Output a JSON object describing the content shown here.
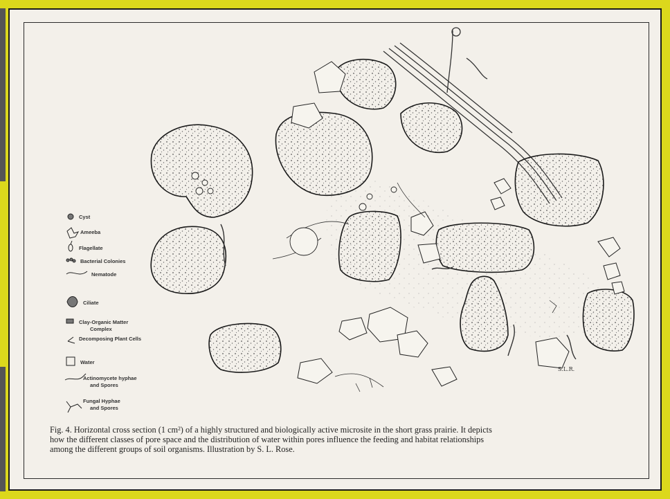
{
  "colors": {
    "frame": "#dcd81c",
    "paper": "#f3f0ea",
    "ink": "#1f1f1f"
  },
  "legend": [
    {
      "icon": "cyst-icon",
      "label": "Cyst"
    },
    {
      "icon": "ameba-icon",
      "label": "Ameeba"
    },
    {
      "icon": "flagellate-icon",
      "label": "Flagellate"
    },
    {
      "icon": "bacterial-colonies-icon",
      "label": "Bacterial Colonies"
    },
    {
      "icon": "nematode-icon",
      "label": "Nematode"
    },
    {
      "icon": "ciliate-icon",
      "label": "Ciliate"
    },
    {
      "icon": "clay-organic-matter-icon",
      "label": "Clay-Organic Matter"
    },
    {
      "icon": "",
      "label": "Complex"
    },
    {
      "icon": "decomposing-plant-cells-icon",
      "label": "Decomposing Plant Cells"
    },
    {
      "icon": "water-icon",
      "label": "Water"
    },
    {
      "icon": "actinomycete-icon",
      "label": "Actinomycete hyphae"
    },
    {
      "icon": "",
      "label": "and Spores"
    },
    {
      "icon": "fungal-hyphae-icon",
      "label": "Fungal Hyphae"
    },
    {
      "icon": "",
      "label": "and Spores"
    }
  ],
  "signature": "S.L.R.",
  "caption": "Fig. 4. Horizontal cross section (1 cm²) of a highly structured and biologically active microsite in the short grass prairie. It depicts\nhow the different classes of pore space and the distribution of water within pores influence the feeding and habitat relationships\namong the different groups of soil organisms. Illustration by S. L. Rose."
}
